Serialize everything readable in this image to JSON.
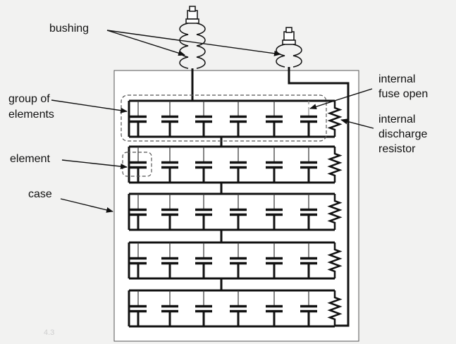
{
  "labels": {
    "bushing": "bushing",
    "group_line1": "group of",
    "group_line2": "elements",
    "element": "element",
    "case": "case",
    "fuse_line1": "internal",
    "fuse_line2": "fuse open",
    "resistor_line1": "internal",
    "resistor_line2": "discharge",
    "resistor_line3": "resistor"
  },
  "page_mark": "4.3",
  "diagram": {
    "groups": 5,
    "elements_per_group": 6,
    "open_fuse": {
      "group": 1,
      "element": 6
    },
    "colors": {
      "line": "#111111",
      "case_fill": "#ffffff",
      "background": "#f2f2f1",
      "fuse_gray": "#888888"
    }
  }
}
